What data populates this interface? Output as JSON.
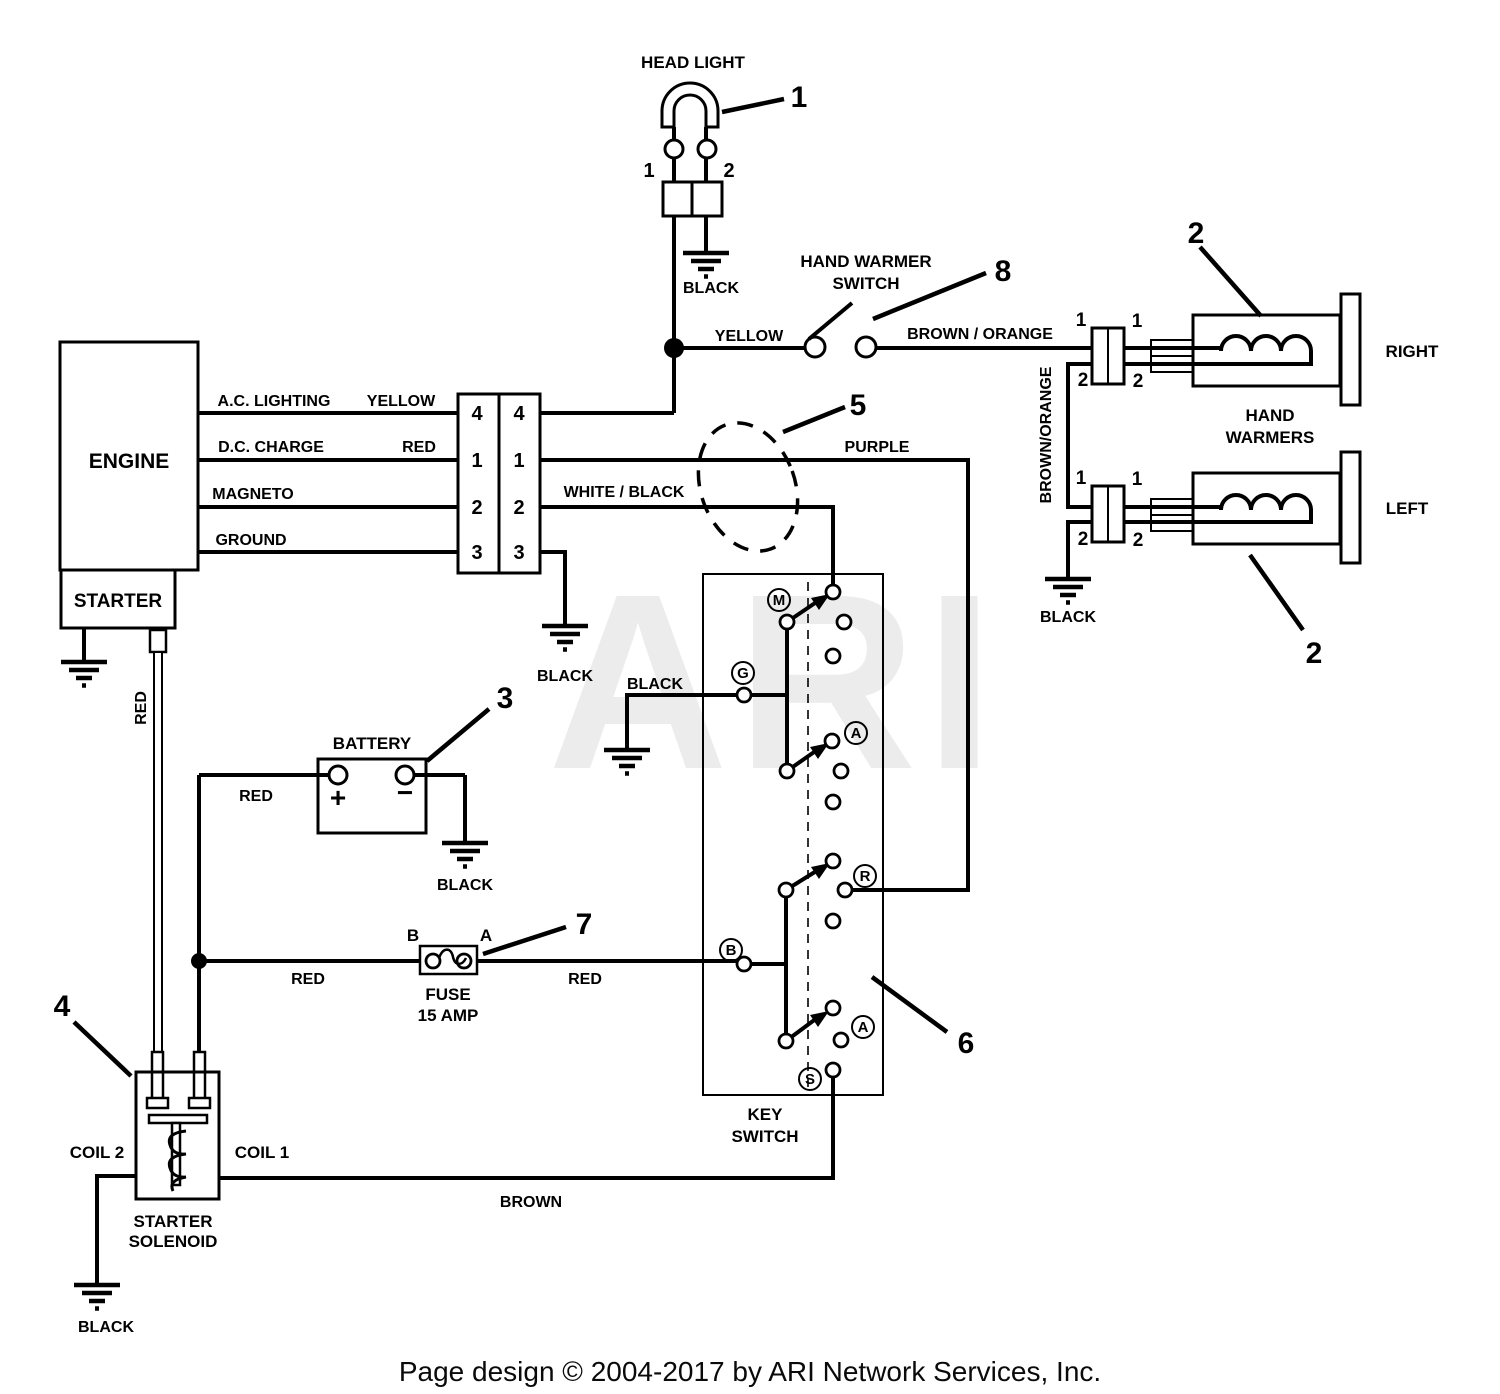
{
  "watermark": "ARI",
  "footer": "Page design © 2004-2017 by ARI Network Services, Inc.",
  "titles": {
    "head_light": "HEAD LIGHT",
    "hand_warmer_switch_1": "HAND WARMER",
    "hand_warmer_switch_2": "SWITCH",
    "hand_warmers_1": "HAND",
    "hand_warmers_2": "WARMERS",
    "right": "RIGHT",
    "left": "LEFT",
    "engine": "ENGINE",
    "starter": "STARTER",
    "battery": "BATTERY",
    "fuse_1": "FUSE",
    "fuse_2": "15 AMP",
    "key_switch_1": "KEY",
    "key_switch_2": "SWITCH",
    "solenoid_1": "STARTER",
    "solenoid_2": "SOLENOID",
    "coil_1": "COIL 1",
    "coil_2": "COIL 2"
  },
  "wires": {
    "ac_lighting": "A.C. LIGHTING",
    "yellow_engine": "YELLOW",
    "dc_charge": "D.C. CHARGE",
    "red_engine": "RED",
    "magneto": "MAGNETO",
    "ground": "GROUND",
    "yellow_switch": "YELLOW",
    "brown_orange": "BROWN / ORANGE",
    "brown_orange_vertical": "BROWN/ORANGE",
    "purple": "PURPLE",
    "white_black": "WHITE / BLACK",
    "red_battery": "RED",
    "red_fuse": "RED",
    "red_starter": "RED",
    "brown": "BROWN",
    "black_headlight": "BLACK",
    "black_connector": "BLACK",
    "black_battery": "BLACK",
    "black_key": "BLACK",
    "black_warmer": "BLACK",
    "black_solenoid": "BLACK"
  },
  "pins": {
    "connector_left": [
      "4",
      "1",
      "2",
      "3"
    ],
    "connector_right": [
      "4",
      "1",
      "2",
      "3"
    ],
    "headlight": [
      "1",
      "2"
    ],
    "warmer_right": {
      "tl": "1",
      "tr": "1",
      "bl": "2",
      "br": "2"
    },
    "warmer_left": {
      "tl": "1",
      "tr": "1",
      "bl": "2",
      "br": "2"
    },
    "fuse_b": "B",
    "fuse_a": "A",
    "battery_plus": "+",
    "battery_minus": "−"
  },
  "key_switch_terminals": {
    "m": "M",
    "g": "G",
    "a1": "A",
    "r": "R",
    "b": "B",
    "a2": "A",
    "s": "S"
  },
  "callouts": {
    "c1": "1",
    "c2a": "2",
    "c2b": "2",
    "c3": "3",
    "c4": "4",
    "c5": "5",
    "c6": "6",
    "c7": "7",
    "c8": "8"
  }
}
